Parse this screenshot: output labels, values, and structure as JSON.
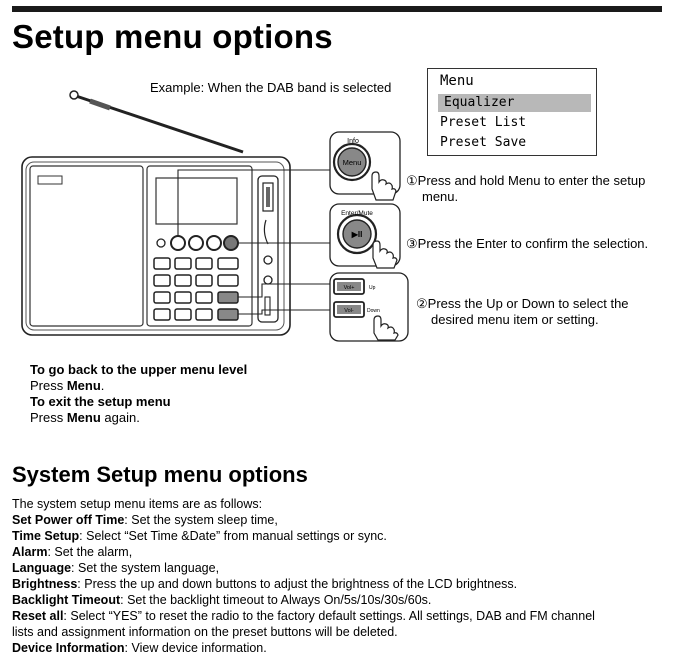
{
  "title": "Setup menu options",
  "example": "Example: When the DAB band is selected",
  "menu_display": {
    "heading": "Menu",
    "items": [
      "Equalizer",
      "Preset List",
      "Preset Save"
    ],
    "selected_index": 0
  },
  "callouts": {
    "info_label": "Info",
    "menu_button": "Menu",
    "enter_label": "Enter/Mute",
    "play_glyph": "▶II",
    "vol_up_key": "Vol+",
    "up_label": "Up",
    "vol_down_key": "Vol-",
    "down_label": "Down"
  },
  "steps": {
    "step1_line1": "①Press and hold Menu to enter the setup",
    "step1_line2": "menu.",
    "step3": "③Press the Enter to confirm the selection.",
    "step2_line1": "②Press the Up or Down to select the",
    "step2_line2": "desired menu item or setting."
  },
  "navigation": {
    "back_heading": "To go back to the upper menu level",
    "back_press": "Press ",
    "back_key": "Menu",
    "back_end": ".",
    "exit_heading": "To exit the setup menu",
    "exit_press": "Press ",
    "exit_key": "Menu",
    "exit_end": " again."
  },
  "system_setup": {
    "heading": "System Setup menu options",
    "intro": "The system setup menu items are as follows:",
    "items": [
      {
        "name": "Set Power off Time",
        "desc": ": Set the system sleep time,"
      },
      {
        "name": "Time Setup",
        "desc": ": Select “Set Time &Date” from manual settings or sync."
      },
      {
        "name": "Alarm",
        "desc": ": Set the alarm,"
      },
      {
        "name": "Language",
        "desc": ": Set the system language,"
      },
      {
        "name": "Brightness",
        "desc": ": Press the up and down buttons to adjust the brightness of the LCD brightness."
      },
      {
        "name": "Backlight Timeout",
        "desc": ": Set the backlight timeout to Always On/5s/10s/30s/60s."
      },
      {
        "name": "Reset all",
        "desc": ": Select “YES” to reset the radio to the factory default settings. All settings, DAB and FM channel"
      },
      {
        "name": "",
        "desc": "lists and assignment information on the preset buttons will be deleted."
      },
      {
        "name": "Device Information",
        "desc": ": View device information."
      }
    ]
  }
}
